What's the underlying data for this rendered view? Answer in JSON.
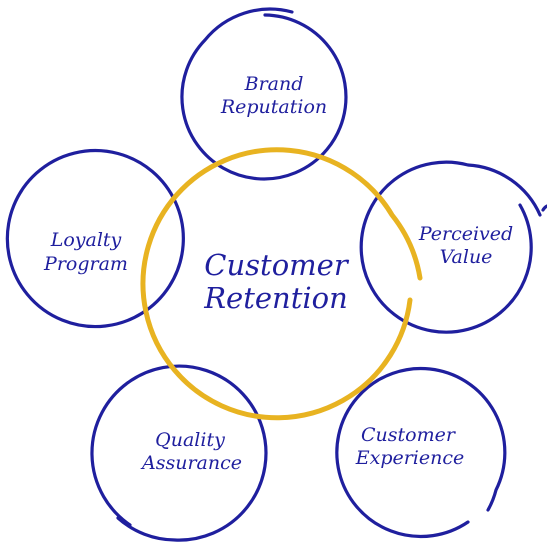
{
  "colors": {
    "outer_circles": "#1f1f9e",
    "center_circle": "#e8b321",
    "text": "#1f1f9e",
    "background": "#ffffff"
  },
  "center": {
    "line1": "Customer",
    "line2": "Retention"
  },
  "nodes": {
    "brand_reputation": {
      "line1": "Brand",
      "line2": "Reputation"
    },
    "perceived_value": {
      "line1": "Perceived",
      "line2": "Value"
    },
    "customer_experience": {
      "line1": "Customer",
      "line2": "Experience"
    },
    "quality_assurance": {
      "line1": "Quality",
      "line2": "Assurance"
    },
    "loyalty_program": {
      "line1": "Loyalty",
      "line2": "Program"
    }
  }
}
